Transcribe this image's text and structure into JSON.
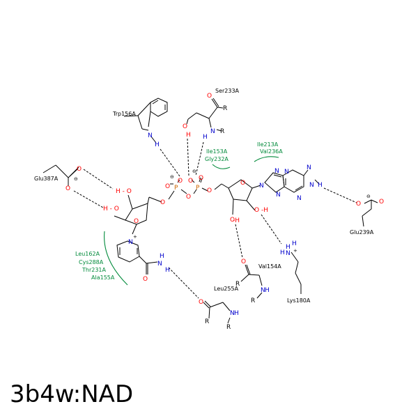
{
  "caption": "3b4w:NAD",
  "residues": {
    "ser233": "Ser233A",
    "trp156": "Trp156A",
    "glu387": "Glu387A",
    "ile213": "Ile213A",
    "val236": "Val236A",
    "ile153": "Ile153A",
    "gly232": "Gly232A",
    "glu239": "Glu239A",
    "leu162": "Leu162A",
    "cys288": "Cys288A",
    "thr231": "Thr231A",
    "ala155": "Ala155A",
    "val154": "Val154A",
    "leu255": "Leu255A",
    "lys180": "Lys180A"
  },
  "colors": {
    "oxygen": "#ff0000",
    "nitrogen": "#0000cc",
    "phosphorus": "#cc6600",
    "hydrophobic": "#008a3a"
  }
}
